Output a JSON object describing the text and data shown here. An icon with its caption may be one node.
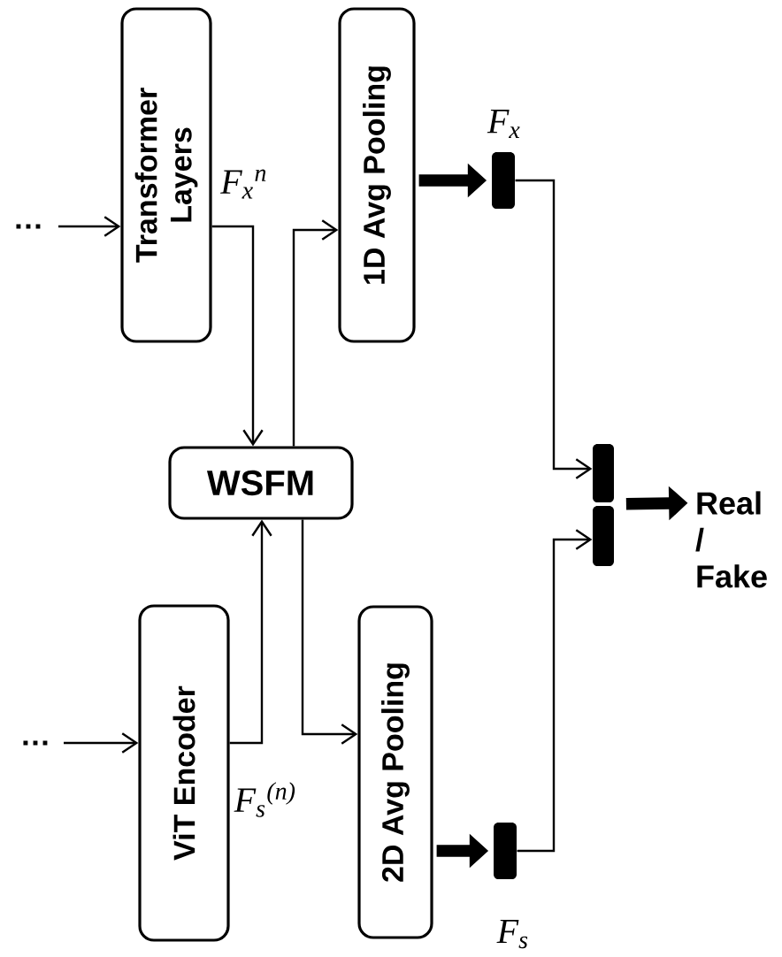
{
  "diagram": {
    "nodes": [
      {
        "text": [
          "Transformer Layers"
        ],
        "beside": [
          "F$_{x}$$^{n}$"
        ]
      },
      {
        "text": [
          "1D Avg Pooling"
        ]
      },
      {
        "text": [
          "WSFM"
        ]
      },
      {
        "text": [
          "ViT Encoder"
        ],
        "beside": [
          "F$_{s}$$^{(n)}$"
        ]
      },
      {
        "text": [
          "2D Avg Pooling"
        ]
      },
      {
        "text": [],
        "shape": "bar",
        "beside": [
          "F$_{x}$"
        ]
      },
      {
        "text": [],
        "shape": "bar",
        "beside": [
          "F$_{s}$"
        ]
      },
      {
        "text": [],
        "shape": "bar"
      },
      {
        "text": [],
        "shape": "bar"
      },
      {
        "text": [
          "Real / Fake"
        ]
      }
    ],
    "edges": [
      {
        "from": null,
        "to": 0,
        "arrow": "to"
      },
      {
        "from": 0,
        "to": 2,
        "arrow": "to"
      },
      {
        "from": 2,
        "to": 1,
        "arrow": "to"
      },
      {
        "from": null,
        "to": 3,
        "arrow": "to"
      },
      {
        "from": 3,
        "to": 2,
        "arrow": "to"
      },
      {
        "from": 2,
        "to": 4,
        "arrow": "to"
      },
      {
        "from": 1,
        "to": 5,
        "arrow": "to",
        "style": "thick"
      },
      {
        "from": 4,
        "to": 6,
        "arrow": "to",
        "style": "thick"
      },
      {
        "from": 5,
        "to": 7,
        "arrow": "to"
      },
      {
        "from": 6,
        "to": 8,
        "arrow": "to"
      },
      {
        "from": 7,
        "to": 9,
        "arrow": "to",
        "style": "thick"
      },
      {
        "from": 8,
        "to": 9,
        "arrow": "to",
        "style": "thick"
      }
    ],
    "labels": [
      "…",
      "…"
    ]
  }
}
